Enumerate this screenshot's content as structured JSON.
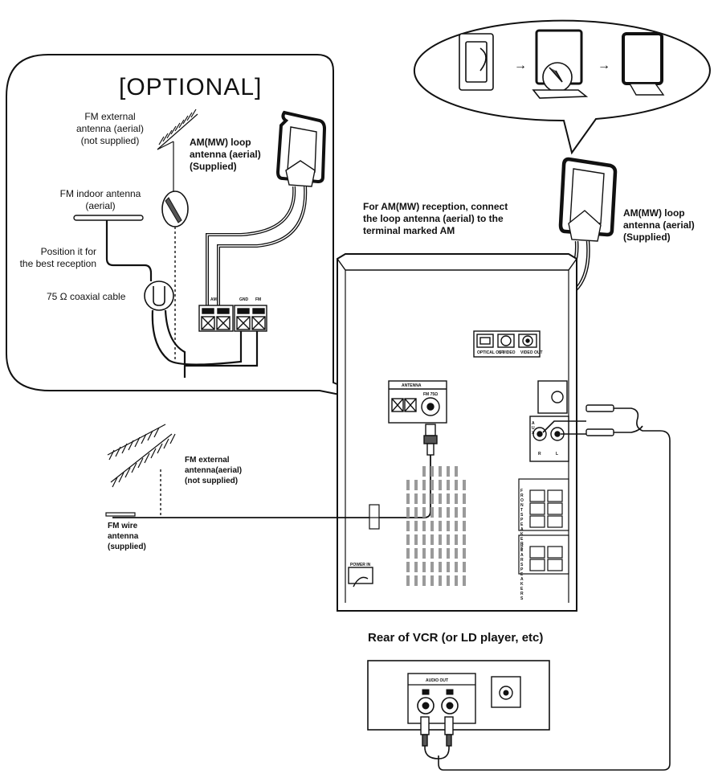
{
  "optional_panel": {
    "title": "[OPTIONAL]",
    "fm_external_antenna": [
      "FM external",
      "antenna (aerial)",
      "(not supplied)"
    ],
    "am_loop_antenna": [
      "AM(MW) loop",
      "antenna (aerial)",
      "(Supplied)"
    ],
    "fm_indoor_antenna": [
      "FM indoor antenna",
      "(aerial)"
    ],
    "position_note": [
      "Position it for",
      "the best reception"
    ],
    "coaxial_cable": "75 Ω coaxial cable",
    "terminal_am": "AM",
    "terminal_gnd": "GND",
    "terminal_fm": "FM"
  },
  "main_diagram": {
    "am_reception_note": [
      "For AM(MW) reception, connect",
      "the loop antenna (aerial) to the",
      "terminal marked AM"
    ],
    "am_loop_antenna": [
      "AM(MW) loop",
      "antenna (aerial)",
      "(Supplied)"
    ],
    "fm_external_antenna": [
      "FM external",
      "antenna(aerial)",
      "(not supplied)"
    ],
    "fm_wire_antenna": [
      "FM wire",
      "antenna",
      "(supplied)"
    ],
    "antenna_block_label": "ANTENNA",
    "antenna_fm_label": "FM 75Ω",
    "optical_out": "OPTICAL OUT",
    "s_video": "S-VIDEO",
    "video_out": "VIDEO OUT",
    "aux_label": "AUX",
    "aux_r": "R",
    "aux_l": "L",
    "front_speakers": "FRONT SPEAKERS",
    "rear_speakers": "REAR SPEAKERS",
    "power_label": "POWER IN"
  },
  "vcr": {
    "title": "Rear of VCR (or LD player, etc)",
    "audio_out": "AUDIO OUT"
  },
  "colors": {
    "line": "#111111",
    "fill": "#ffffff",
    "shade": "#9a9a9a"
  }
}
